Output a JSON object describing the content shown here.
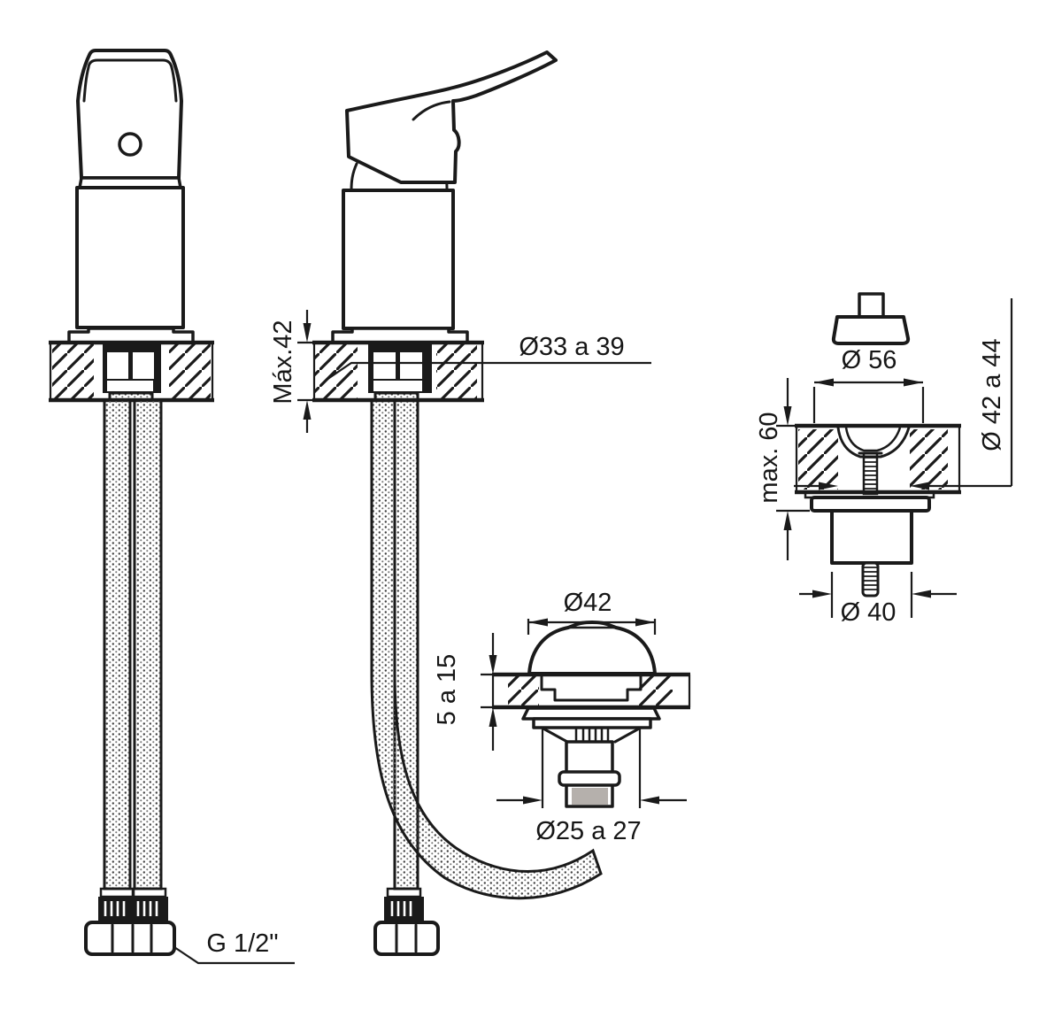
{
  "labels": {
    "max_height": "Máx.42",
    "hole_diameter": "Ø33 a 39",
    "thread": "G 1/2\"",
    "popup_top_diameter": "Ø42",
    "popup_deck_thickness": "5 a 15",
    "popup_tail_diameter": "Ø25 a 27",
    "locknut_flange_diameter": "Ø 56",
    "locknut_hole_diameter": "Ø 42 a 44",
    "locknut_max_thickness": "max. 60",
    "locknut_body_diameter": "Ø 40"
  },
  "colors": {
    "line": "#1a1a1a",
    "pipe_end_gray": "#b5b0ac",
    "background": "#ffffff"
  }
}
